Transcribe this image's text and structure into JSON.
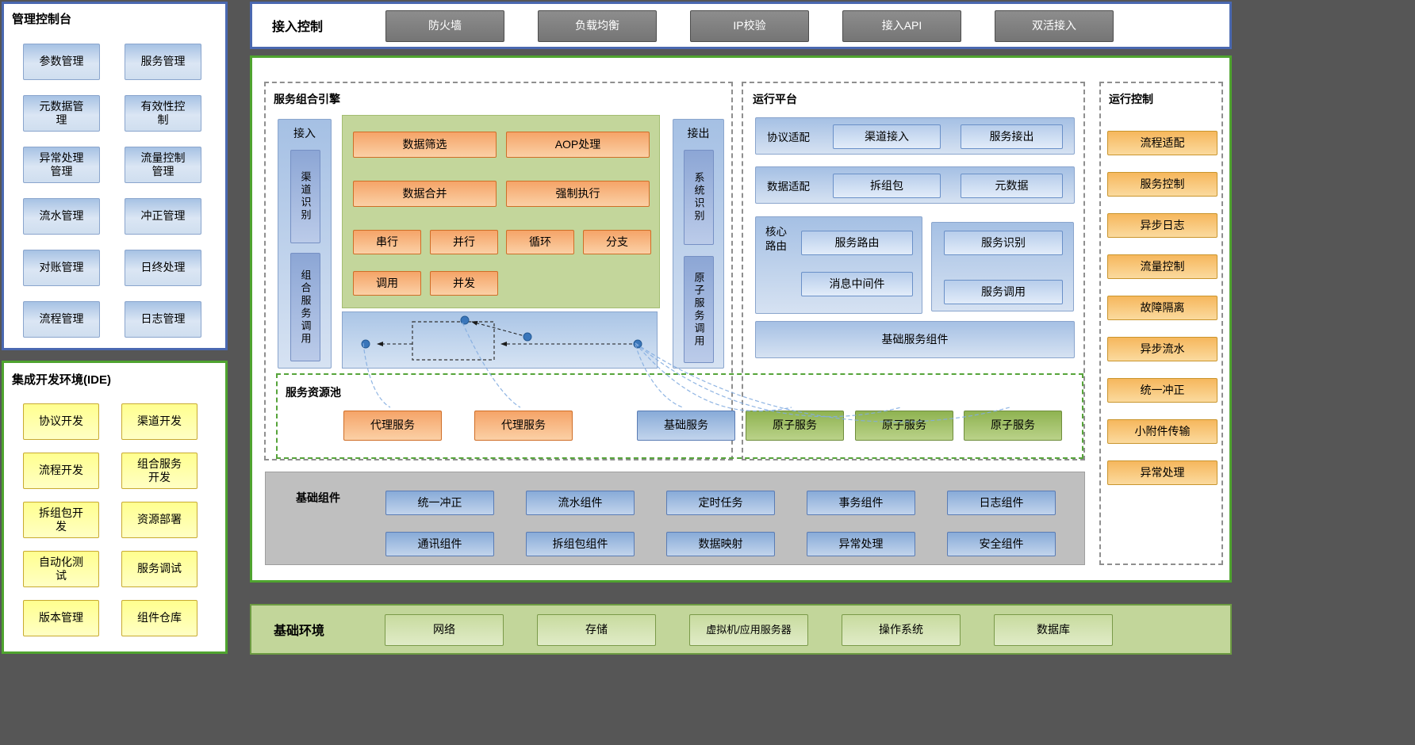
{
  "palette": {
    "background": "#565656",
    "blue_border": "#4a68b0",
    "green_border": "#4fa32f",
    "blue_fill": "#a7c2e4",
    "orange_fill": "#f5a468",
    "yellow_fill": "#ffff99",
    "green_fill": "#c3d69b",
    "gray_button": "#808080"
  },
  "management_console": {
    "title": "管理控制台",
    "items": [
      "参数管理",
      "服务管理",
      "元数据管理",
      "有效性控制",
      "异常处理管理",
      "流量控制管理",
      "流水管理",
      "冲正管理",
      "对账管理",
      "日终处理",
      "流程管理",
      "日志管理"
    ]
  },
  "ide": {
    "title": "集成开发环境(IDE)",
    "items": [
      "协议开发",
      "渠道开发",
      "流程开发",
      "组合服务开发",
      "拆组包开发",
      "资源部署",
      "自动化测试",
      "服务调试",
      "版本管理",
      "组件仓库"
    ]
  },
  "access_control": {
    "title": "接入控制",
    "items": [
      "防火墙",
      "负载均衡",
      "IP校验",
      "接入API",
      "双活接入"
    ]
  },
  "service_engine": {
    "title": "服务组合引擎",
    "inbound": {
      "title": "接入",
      "items": [
        "渠道识别",
        "组合服务调用"
      ]
    },
    "outbound": {
      "title": "接出",
      "items": [
        "系统识别",
        "原子服务调用"
      ]
    },
    "functions": [
      "数据筛选",
      "AOP处理",
      "数据合并",
      "强制执行"
    ],
    "flow_ops": [
      "串行",
      "并行",
      "循环",
      "分支",
      "调用",
      "并发"
    ]
  },
  "runtime_platform": {
    "title": "运行平台",
    "rows": [
      {
        "label": "协议适配",
        "items": [
          "渠道接入",
          "服务接出"
        ]
      },
      {
        "label": "数据适配",
        "items": [
          "拆组包",
          "元数据"
        ]
      }
    ],
    "core_routing": {
      "label": "核心路由",
      "items": [
        "服务路由",
        "消息中间件"
      ]
    },
    "service_group": {
      "items": [
        "服务识别",
        "服务调用"
      ]
    },
    "base_components_label": "基础服务组件"
  },
  "service_pool": {
    "title": "服务资源池",
    "items": [
      {
        "label": "代理服务"
      },
      {
        "label": "代理服务"
      },
      {
        "label": "基础服务"
      },
      {
        "label": "原子服务"
      },
      {
        "label": "原子服务"
      },
      {
        "label": "原子服务"
      }
    ]
  },
  "basic_components": {
    "title": "基础组件",
    "row1": [
      "统一冲正",
      "流水组件",
      "定时任务",
      "事务组件",
      "日志组件"
    ],
    "row2": [
      "通讯组件",
      "拆组包组件",
      "数据映射",
      "异常处理",
      "安全组件"
    ]
  },
  "runtime_control": {
    "title": "运行控制",
    "items": [
      "流程适配",
      "服务控制",
      "异步日志",
      "流量控制",
      "故障隔离",
      "异步流水",
      "统一冲正",
      "小附件传输",
      "异常处理"
    ]
  },
  "base_environment": {
    "title": "基础环境",
    "items": [
      "网络",
      "存储",
      "虚拟机/应用服务器",
      "操作系统",
      "数据库"
    ]
  }
}
